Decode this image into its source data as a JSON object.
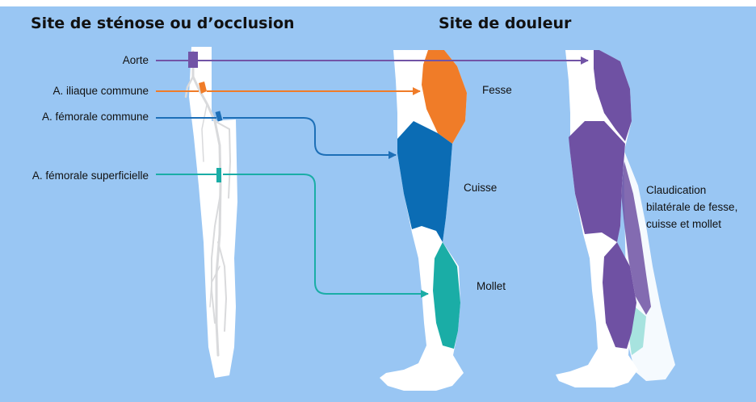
{
  "headings": {
    "left": "Site de sténose ou d’occlusion",
    "right": "Site de douleur"
  },
  "artery_labels": {
    "aorte": "Aorte",
    "iliaque": "A. iliaque commune",
    "femorale_commune": "A. fémorale commune",
    "femorale_superficielle": "A. fémorale superficielle"
  },
  "pain_labels": {
    "fesse": "Fesse",
    "cuisse": "Cuisse",
    "mollet": "Mollet",
    "claudication": "Claudication bilatérale de fesse, cuisse et mollet"
  },
  "colors": {
    "background": "#99c6f3",
    "aorte": "#7254a6",
    "iliaque": "#f07c28",
    "femorale_commune": "#1d6fb7",
    "femorale_superficielle": "#1aada6",
    "cuisse": "#0b6cb4",
    "bilateral": "#6f51a3",
    "leg": "#ffffff",
    "artery_tree": "#d9dadc"
  }
}
